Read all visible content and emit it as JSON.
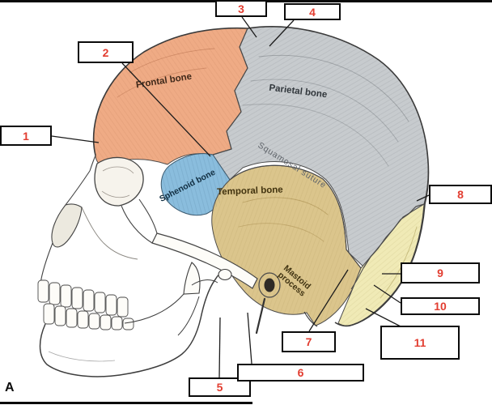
{
  "figure": {
    "panel_letter": "A",
    "bone_labels": {
      "frontal": "Frontal bone",
      "parietal": "Parietal bone",
      "sphenoid": "Sphenoid bone",
      "temporal": "Temporal bone",
      "squamosal": "Squamosal suture",
      "mastoid_line1": "Mastoid",
      "mastoid_line2": "process"
    },
    "callouts": [
      {
        "num": "1"
      },
      {
        "num": "2"
      },
      {
        "num": "3"
      },
      {
        "num": "4"
      },
      {
        "num": "5"
      },
      {
        "num": "6"
      },
      {
        "num": "7"
      },
      {
        "num": "8"
      },
      {
        "num": "9"
      },
      {
        "num": "10"
      },
      {
        "num": "11"
      }
    ],
    "colors": {
      "frontal_bone": "#efab85",
      "parietal_bone": "#c7cbce",
      "sphenoid_bone": "#8abddd",
      "temporal_bone": "#dbc58c",
      "occipital_bone": "#f0eab6",
      "callout_number": "#e23d30",
      "outline": "#3b3b3b"
    }
  }
}
